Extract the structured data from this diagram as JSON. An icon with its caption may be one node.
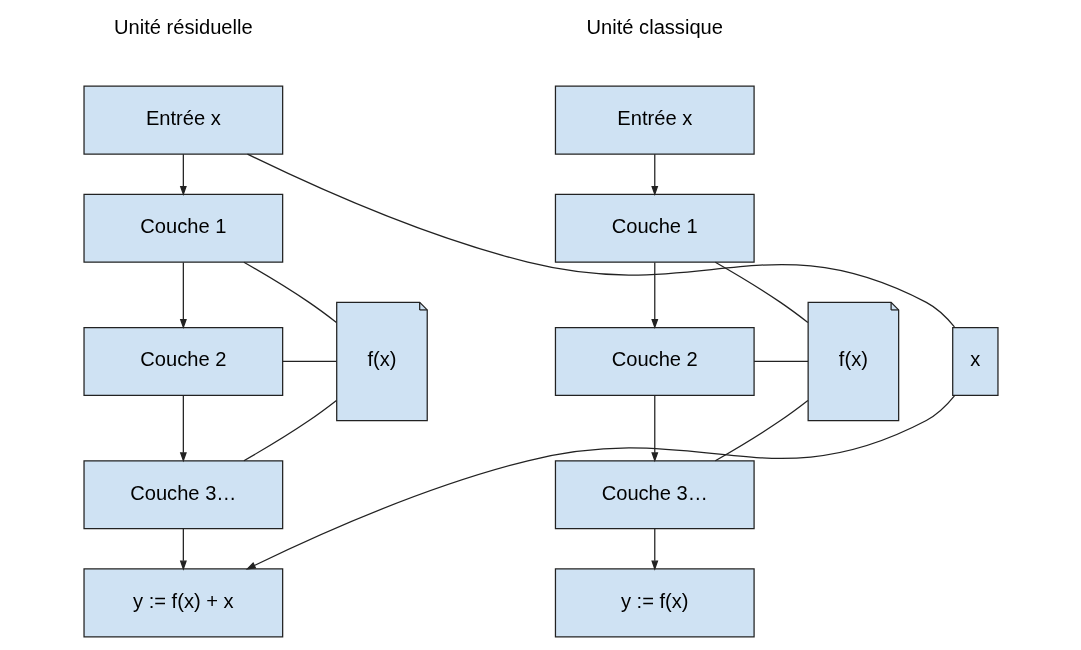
{
  "diagram": {
    "nodes": [
      {
        "text": [
          "Entrée x"
        ]
      },
      {
        "text": [
          "Couche 1"
        ]
      },
      {
        "text": [
          "Couche 2"
        ]
      },
      {
        "text": [
          "Couche 3…"
        ]
      },
      {
        "text": [
          "y := f(x)"
        ]
      },
      {
        "text": [
          "f(x)"
        ]
      },
      {
        "text": [
          "Entrée x"
        ]
      },
      {
        "text": [
          "Couche 1"
        ]
      },
      {
        "text": [
          "Couche 2"
        ]
      },
      {
        "text": [
          "Couche 3…"
        ]
      },
      {
        "text": [
          "y := f(x) + x"
        ]
      },
      {
        "text": [
          "f(x)"
        ]
      },
      {
        "text": [
          "x"
        ]
      }
    ],
    "edges": [
      {
        "from": 0,
        "to": 1,
        "arrow": "to"
      },
      {
        "from": 1,
        "to": 2,
        "arrow": "to"
      },
      {
        "from": 2,
        "to": 3,
        "arrow": "to"
      },
      {
        "from": 3,
        "to": 4,
        "arrow": "to"
      },
      {
        "from": 1,
        "to": 5,
        "arrow": "none"
      },
      {
        "from": 2,
        "to": 5,
        "arrow": "none"
      },
      {
        "from": 3,
        "to": 5,
        "arrow": "none"
      },
      {
        "from": 6,
        "to": 7,
        "arrow": "to"
      },
      {
        "from": 7,
        "to": 8,
        "arrow": "to"
      },
      {
        "from": 8,
        "to": 9,
        "arrow": "to"
      },
      {
        "from": 9,
        "to": 10,
        "arrow": "to"
      },
      {
        "from": 7,
        "to": 11,
        "arrow": "none"
      },
      {
        "from": 8,
        "to": 11,
        "arrow": "none"
      },
      {
        "from": 9,
        "to": 11,
        "arrow": "none"
      },
      {
        "from": 6,
        "to": 12,
        "arrow": "none"
      },
      {
        "from": 12,
        "to": 10,
        "arrow": "to"
      }
    ],
    "labels": [
      "Unité classique",
      "Unité résiduelle"
    ]
  }
}
